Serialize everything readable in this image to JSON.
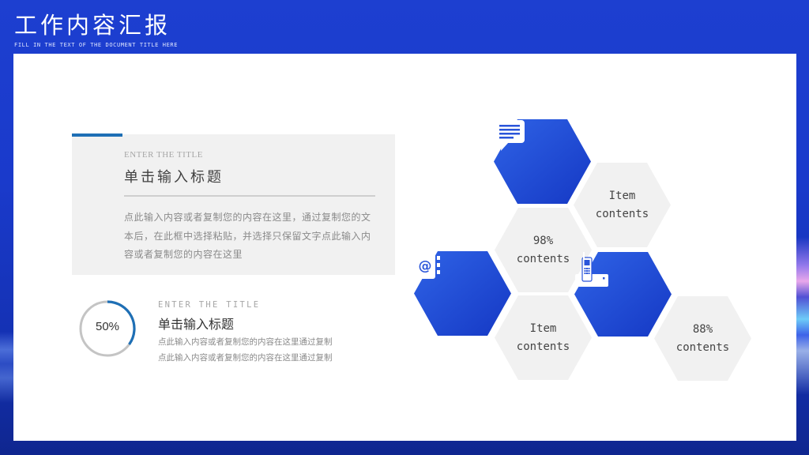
{
  "header": {
    "title": "工作内容汇报",
    "subtitle": "FILL IN THE TEXT OF THE DOCUMENT TITLE HERE"
  },
  "colors": {
    "brand_blue": "#1d3fd0",
    "hex_blue_light": "#2f63e6",
    "hex_blue_dark": "#1538c4",
    "hex_gray": "#f1f1f1",
    "accent_bar": "#1e6fb5",
    "ring_progress": "#1e6fb5",
    "ring_track": "#c4c4c4"
  },
  "card": {
    "eyebrow": "ENTER THE TITLE",
    "title": "单击输入标题",
    "body_lines": [
      "点此输入内容或者复制您的内容在这里，通过复制您的文",
      "本后，在此框中选择粘贴，并选择只保留文字点此输入内",
      "容或者复制您的内容在这里"
    ]
  },
  "section2": {
    "progress_label": "50%",
    "progress_value": 50,
    "eyebrow": "ENTER THE TITLE",
    "title": "单击输入标题",
    "lines": [
      "点此输入内容或者复制您的内容在这里通过复制",
      "点此输入内容或者复制您的内容在这里通过复制"
    ]
  },
  "hexagons": {
    "icon_top": {
      "icon": "chat-bubble-icon"
    },
    "icon_left": {
      "icon": "address-book-at-icon"
    },
    "icon_right": {
      "icon": "cordless-phone-icon"
    },
    "text_top_right": {
      "line1": "Item",
      "line2": "contents"
    },
    "text_middle": {
      "line1": "98%",
      "line2": "contents"
    },
    "text_bottom_middle": {
      "line1": "Item",
      "line2": "contents"
    },
    "text_bottom_right": {
      "line1": "88%",
      "line2": "contents"
    }
  }
}
